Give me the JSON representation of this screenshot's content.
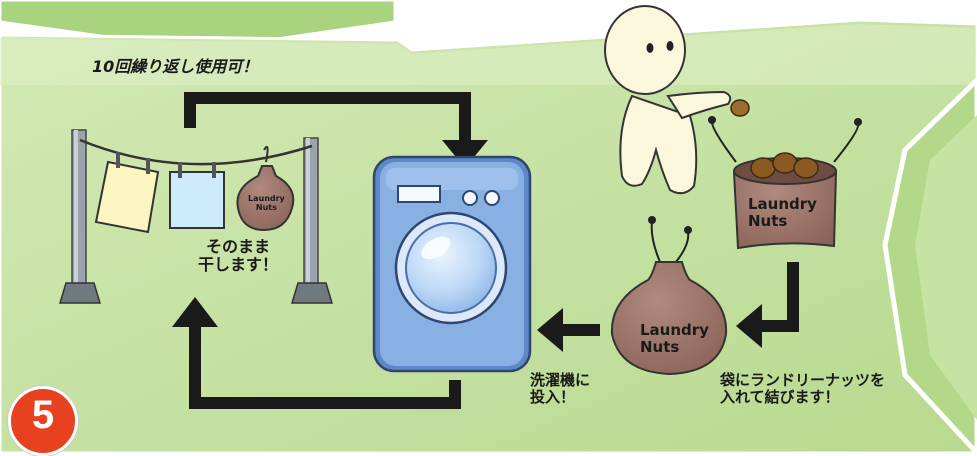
{
  "step_number": "5",
  "caption_reuse": "10回繰り返し使用可！",
  "caption_dry": [
    "そのまま",
    "干します！"
  ],
  "caption_put_in": [
    "洗濯機に",
    "投入！"
  ],
  "caption_bag": [
    "袋にランドリーナッツを",
    "入れて結びます！"
  ],
  "product_name": [
    "Laundry",
    "Nuts"
  ],
  "colors": {
    "panel_green": "#c8e3a5",
    "panel_light": "#e3f1cf",
    "washer_blue": "#7da6dd",
    "washer_dark": "#5a83c0",
    "nut_bag": "#9c7266",
    "nut_bag_dark": "#7e574c",
    "arrow": "#1a1a1a",
    "badge_red": "#e8411f",
    "character": "#fbf7dc"
  },
  "icons": [
    "clothesline-icon",
    "towel-icon",
    "washing-machine-icon",
    "nut-pouch-icon",
    "nut-bag-icon",
    "character-icon",
    "nut-icon"
  ]
}
